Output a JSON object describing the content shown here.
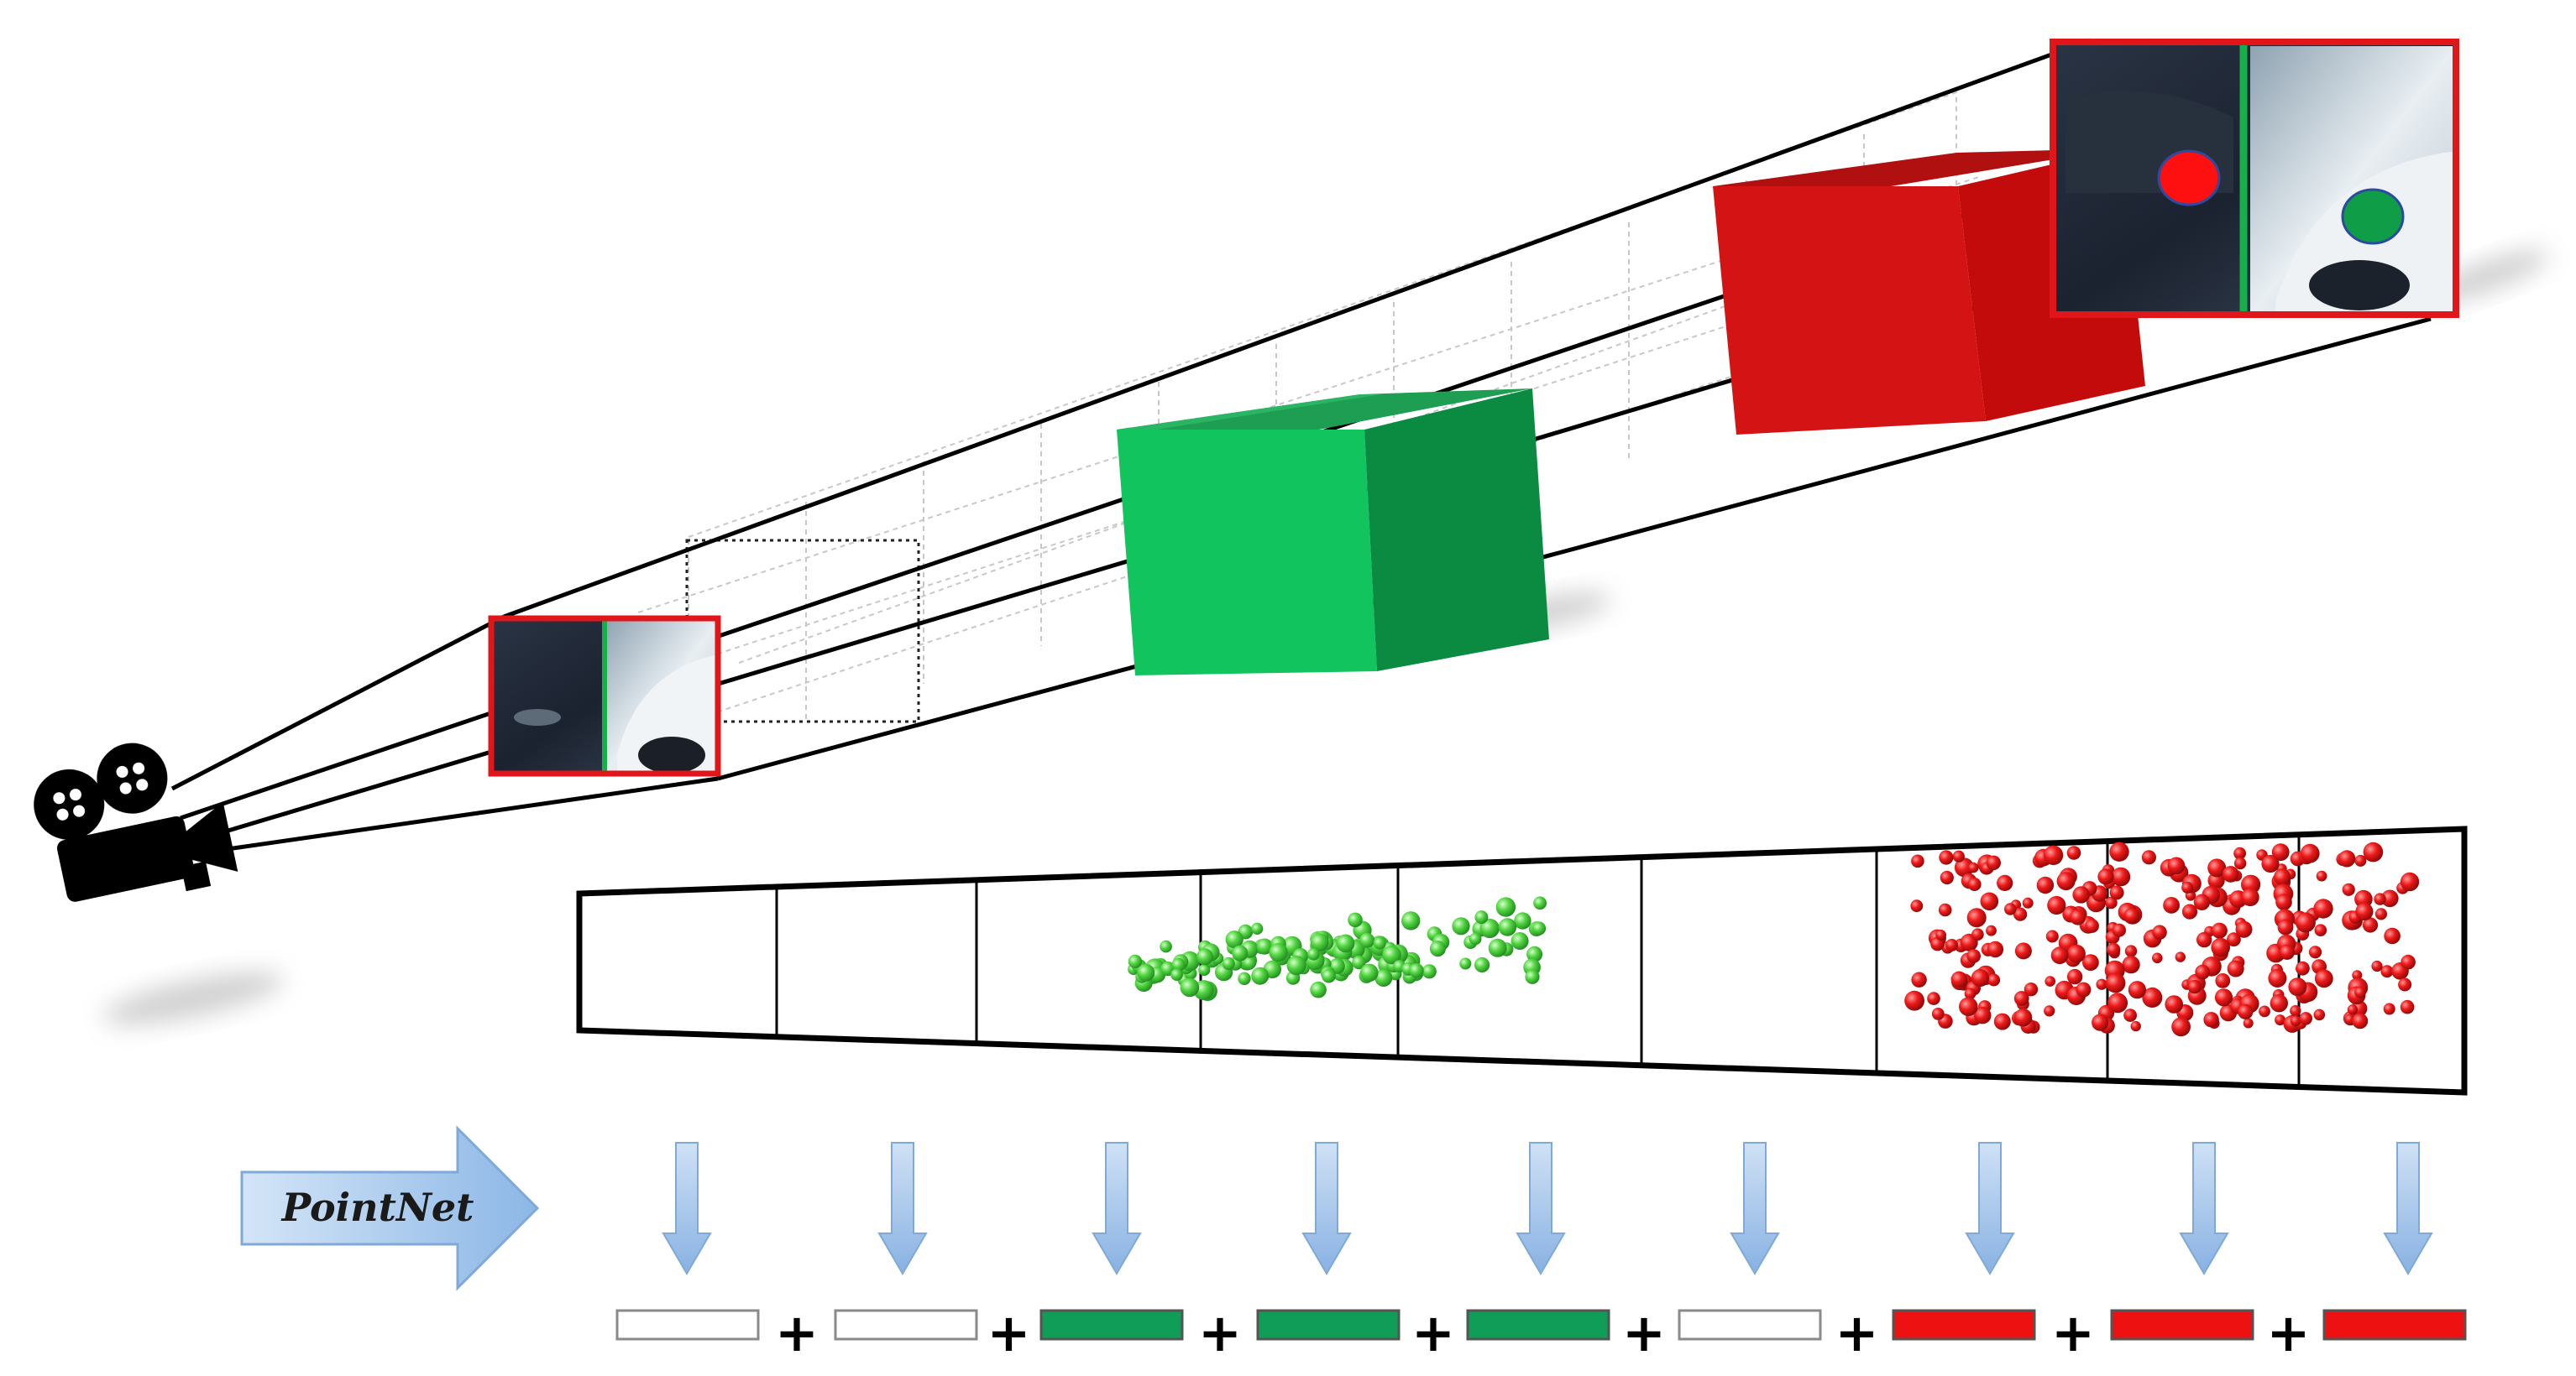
{
  "pointnet": {
    "label": "PointNet"
  },
  "feature_bins": [
    {
      "state": "empty",
      "color": "#ffffff"
    },
    {
      "state": "empty",
      "color": "#ffffff"
    },
    {
      "state": "car",
      "color": "#0f9d58"
    },
    {
      "state": "car",
      "color": "#0f9d58"
    },
    {
      "state": "car",
      "color": "#0f9d58"
    },
    {
      "state": "empty",
      "color": "#ffffff"
    },
    {
      "state": "car",
      "color": "#ee1111"
    },
    {
      "state": "car",
      "color": "#ee1111"
    },
    {
      "state": "car",
      "color": "#ee1111"
    }
  ],
  "operator_symbol": "+",
  "colors": {
    "green_object": "#12c45e",
    "red_object": "#d41414",
    "frame_border": "#e0161b",
    "arrow_fill": "#9ec3ea",
    "green_points": "#35c43a",
    "red_points": "#e01313"
  },
  "icons": {
    "camera": "movie-camera-icon"
  }
}
